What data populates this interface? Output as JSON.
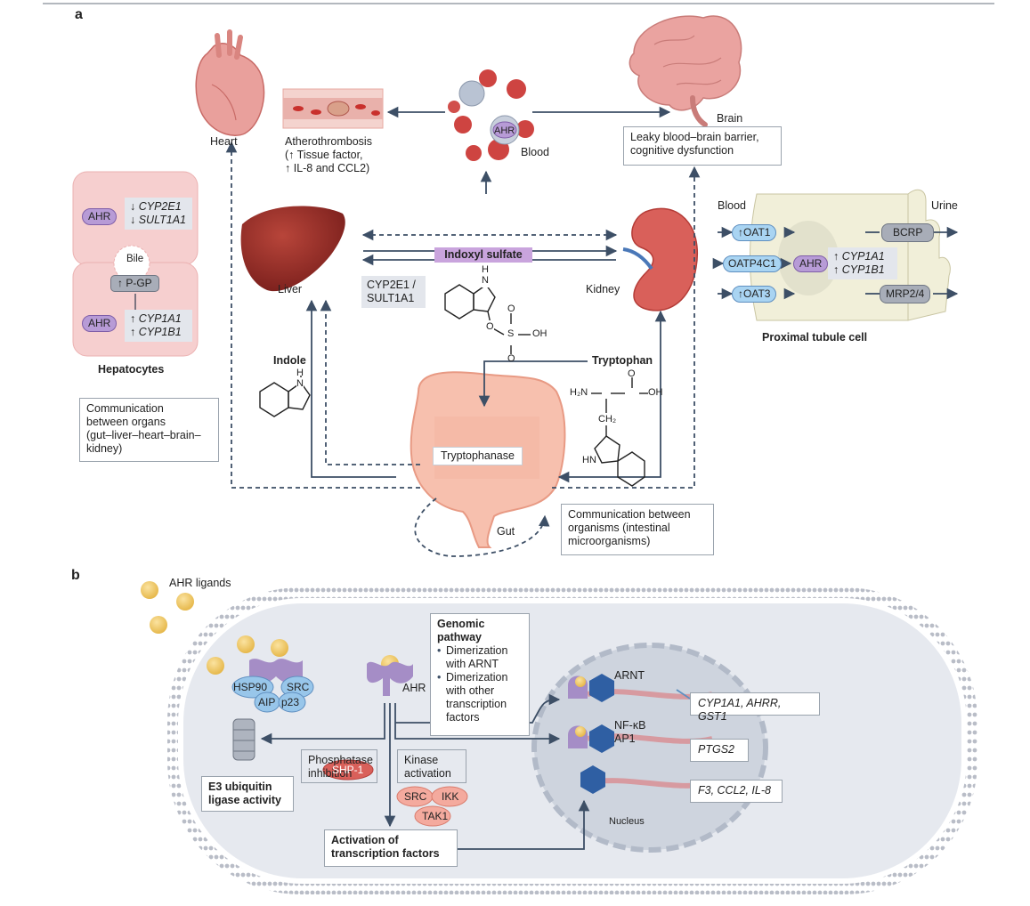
{
  "panels": {
    "a": "a",
    "b": "b"
  },
  "panel_a": {
    "heart": "Heart",
    "atherothrombosis": "Atherothrombosis",
    "athero_line2": "(↑ Tissue factor,",
    "athero_line3": "↑ IL-8 and CCL2)",
    "blood": "Blood",
    "ahr": "AHR",
    "brain": "Brain",
    "brain_box_line1": "Leaky blood–brain barrier,",
    "brain_box_line2": "cognitive dysfunction",
    "hepatocytes": {
      "title": "Hepatocytes",
      "ahr_top": "AHR",
      "cyp2e1": "↓ CYP2E1",
      "sult1a1": "↓ SULT1A1",
      "bile": "Bile",
      "pgp": "↑ P-GP",
      "ahr_bottom": "AHR",
      "cyp1a1": "↑ CYP1A1",
      "cyp1b1": "↑ CYP1B1"
    },
    "liver": "Liver",
    "indoxyl_sulfate": "Indoxyl sulfate",
    "enzymes_line1": "CYP2E1 /",
    "enzymes_line2": "SULT1A1",
    "kidney": "Kidney",
    "indole": "Indole",
    "tryptophan": "Tryptophan",
    "tryptophanase": "Tryptophanase",
    "gut": "Gut",
    "comm_organs": [
      "Communication",
      "between organs",
      "(gut–liver–heart–brain–",
      "kidney)"
    ],
    "comm_organisms": [
      "Communication between",
      "organisms (intestinal",
      "microorganisms)"
    ],
    "chem": {
      "H": "H",
      "N": "N",
      "O": "O",
      "S": "S",
      "OH": "OH",
      "H2N": "H₂N",
      "CH2": "CH₂",
      "HN": "HN"
    },
    "proximal": {
      "title": "Proximal tubule cell",
      "blood": "Blood",
      "urine": "Urine",
      "oat1": "↑OAT1",
      "oatp4c1": "OATP4C1",
      "oat3": "↑OAT3",
      "ahr": "AHR",
      "cyp1a1": "↑ CYP1A1",
      "cyp1b1": "↑ CYP1B1",
      "bcrp": "BCRP",
      "mrp": "MRP2/4"
    }
  },
  "panel_b": {
    "ahr_ligands": "AHR ligands",
    "hsp90": "HSP90",
    "src": "SRC",
    "aip": "AIP",
    "p23": "p23",
    "ahr": "AHR",
    "genomic": {
      "title_line1": "Genomic",
      "title_line2": "pathway",
      "item1_line1": "Dimerization",
      "item1_line2": "with ARNT",
      "item2_line1": "Dimerization",
      "item2_line2": "with other",
      "item2_line3": "transcription",
      "item2_line4": "factors"
    },
    "e3_line1": "E3 ubiquitin",
    "e3_line2": "ligase activity",
    "phosphatase_line1": "Phosphatase",
    "phosphatase_line2": "inhibition",
    "shp1": "SHP-1",
    "kinase_line1": "Kinase",
    "kinase_line2": "activation",
    "kin_src": "SRC",
    "ikk": "IKK",
    "tak1": "TAK1",
    "activation_line1": "Activation of",
    "activation_line2": "transcription factors",
    "arnt": "ARNT",
    "nfkb": "NF-κB",
    "ap1": "AP1",
    "nucleus": "Nucleus",
    "genes1": "CYP1A1, AHRR, GST1",
    "genes2": "PTGS2",
    "genes3": "F3, CCL2, IL-8"
  }
}
